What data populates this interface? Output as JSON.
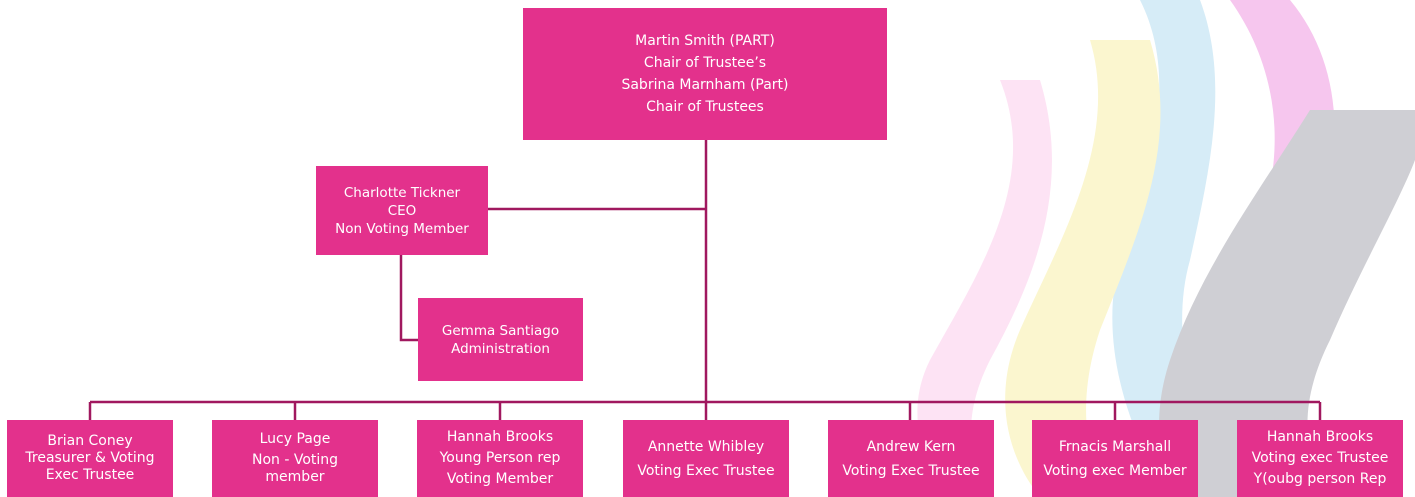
{
  "colors": {
    "box_fill": "#e3318c",
    "box_text": "#ffffff",
    "connector": "#a0185f"
  },
  "chair": {
    "lines": [
      "Martin Smith (PART)",
      "Chair of Trustee’s",
      "Sabrina Marnham (Part)",
      "Chair of Trustees"
    ]
  },
  "ceo": {
    "lines": [
      "Charlotte Tickner",
      "CEO",
      "Non Voting Member"
    ]
  },
  "admin": {
    "lines": [
      "Gemma Santiago",
      "Administration"
    ]
  },
  "members": [
    {
      "lines": [
        "Brian Coney",
        "Treasurer & Voting",
        "Exec Trustee"
      ]
    },
    {
      "lines": [
        "Lucy Page",
        "Non - Voting",
        "member"
      ]
    },
    {
      "lines": [
        "Hannah Brooks",
        "Young Person rep",
        "Voting Member"
      ]
    },
    {
      "lines": [
        "Annette Whibley",
        "Voting Exec Trustee"
      ]
    },
    {
      "lines": [
        "Andrew Kern",
        "Voting Exec Trustee"
      ]
    },
    {
      "lines": [
        "Frnacis Marshall",
        "Voting exec Member"
      ]
    },
    {
      "lines": [
        "Hannah Brooks",
        "Voting exec Trustee",
        "Y(oubg person Rep"
      ]
    }
  ]
}
